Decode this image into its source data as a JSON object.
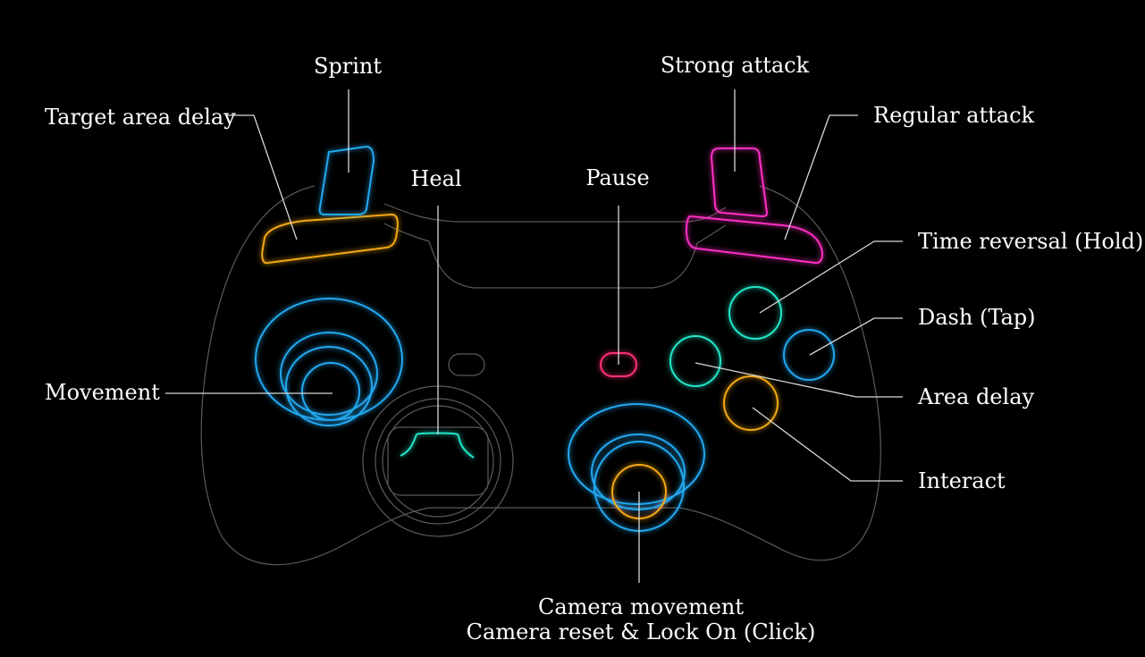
{
  "labels": {
    "sprint": "Sprint",
    "target_area_delay": "Target area delay",
    "heal": "Heal",
    "pause": "Pause",
    "strong_attack": "Strong attack",
    "regular_attack": "Regular attack",
    "time_reversal": "Time reversal (Hold)",
    "dash": "Dash (Tap)",
    "area_delay": "Area delay",
    "interact": "Interact",
    "movement": "Movement",
    "camera_movement": "Camera movement",
    "camera_reset": "Camera reset & Lock On (Click)"
  },
  "colors": {
    "background": "#000000",
    "blue": "#22a8f0",
    "orange": "#f2a814",
    "magenta": "#ff2fc4",
    "pink": "#ff2f7a",
    "teal": "#22e6c8",
    "outline": "#5a5a5a",
    "text": "#ffffff"
  }
}
